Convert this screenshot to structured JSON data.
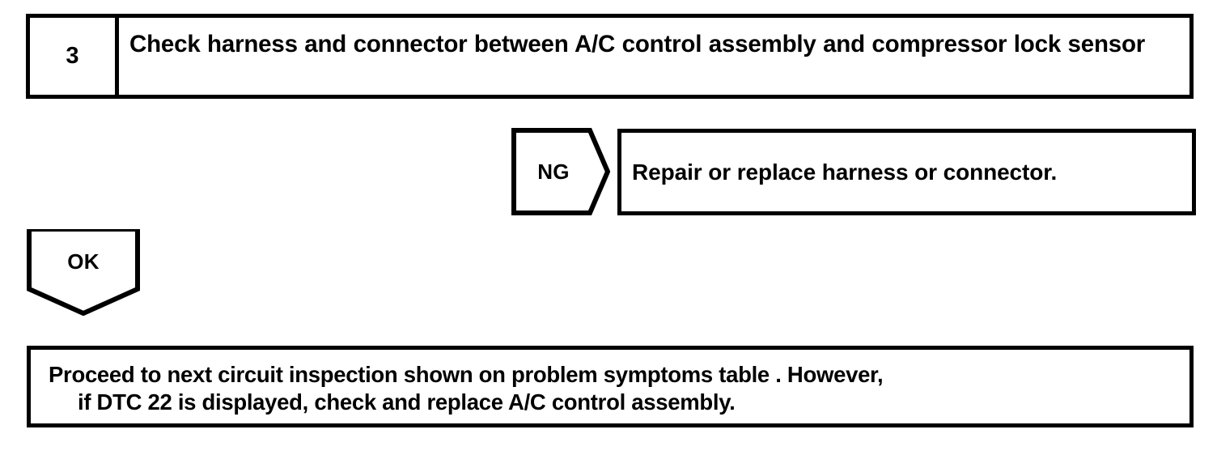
{
  "step": {
    "number": "3",
    "title": "Check harness and connector between A/C control assembly and compressor lock sensor"
  },
  "branches": {
    "ng": {
      "label": "NG",
      "result": "Repair or replace harness or connector."
    },
    "ok": {
      "label": "OK"
    }
  },
  "conclusion": {
    "line1": "Proceed to next circuit inspection shown on problem symptoms table . However,",
    "line2": "if DTC 22 is displayed, check and replace A/C control assembly."
  },
  "colors": {
    "ink": "#000000",
    "paper": "#ffffff"
  }
}
